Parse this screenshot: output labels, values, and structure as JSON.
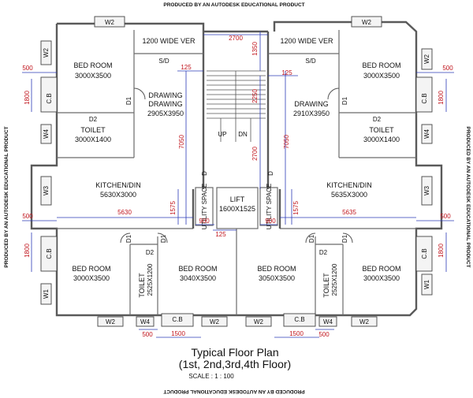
{
  "watermark": "PRODUCED BY AN AUTODESK EDUCATIONAL PRODUCT",
  "title_line1": "Typical Floor Plan",
  "title_line2": "(1st, 2nd,3rd,4th Floor)",
  "scale": "SCALE : 1 : 100",
  "rooms": {
    "bed_tl_name": "BED ROOM",
    "bed_tl_size": "3000X3500",
    "bed_tr_name": "BED ROOM",
    "bed_tr_size": "3000X3500",
    "ver_l": "1200 WIDE VER",
    "ver_r": "1200 WIDE VER",
    "draw_l_a": "DRAWING",
    "draw_l_b": "DRAWING",
    "draw_l_size": "2905X3950",
    "draw_r_a": "DRAWING",
    "draw_r_size": "2910X3950",
    "toilet_l_name": "TOILET",
    "toilet_l_size": "3000X1400",
    "toilet_r_name": "TOILET",
    "toilet_r_size": "3000X1400",
    "kit_l_name": "KITCHEN/DIN",
    "kit_l_size": "5630X3000",
    "kit_r_name": "KITCHEN/DIN",
    "kit_r_size": "5635X3000",
    "lift_name": "LIFT",
    "lift_size": "1600X1525",
    "util_l": "UTILITY SPACE",
    "util_r": "UTILITY SPACE",
    "bed_bl1_name": "BED ROOM",
    "bed_bl1_size": "3000X3500",
    "bed_bl2_name": "BED ROOM",
    "bed_bl2_size": "3040X3500",
    "bed_br2_name": "BED ROOM",
    "bed_br2_size": "3050X3500",
    "bed_br1_name": "BED ROOM",
    "bed_br1_size": "3000X3500",
    "toilet_bl_name": "TOILET",
    "toilet_bl_size": "2525X1200",
    "toilet_br_name": "TOILET",
    "toilet_br_size": "2525X1200",
    "up": "UP",
    "dn": "DN"
  },
  "labels": {
    "w1": "W1",
    "w2": "W2",
    "w3": "W3",
    "w4": "W4",
    "cb": "C.B",
    "d": "D",
    "d1": "D1",
    "d2": "D2",
    "sd": "S/D"
  },
  "dims": {
    "d2700": "2700",
    "d1350": "1350",
    "d125": "125",
    "d2250": "2250",
    "d7050": "7050",
    "d500": "500",
    "d1800": "1800",
    "d5630": "5630",
    "d5635": "5635",
    "d1575": "1575",
    "d900": "900",
    "d1500": "1500"
  }
}
